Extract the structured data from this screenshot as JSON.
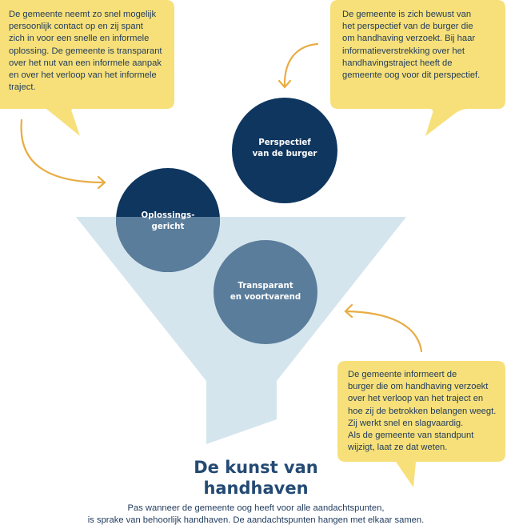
{
  "colors": {
    "bubble": "#f7e07a",
    "funnel": "#d4e5ed",
    "circle_dark": "#0e365f",
    "circle_mid": "#5a7d9b",
    "arrow": "#e8ad45",
    "title": "#244a73",
    "text": "#1f3a5c"
  },
  "bubbles": [
    {
      "id": "informal-approach",
      "lines": [
        "De gemeente neemt zo snel mogelijk",
        "persoonlijk contact op en zij spant",
        "zich in voor een snelle en informele",
        "oplossing. De gemeente is transparant",
        "over het nut van een informele aanpak",
        "en over het verloop van het informele",
        "traject."
      ]
    },
    {
      "id": "citizen-perspective",
      "lines": [
        "De gemeente is zich bewust van",
        "het perspectief van de burger die",
        "om handhaving verzoekt. Bij haar",
        "informatieverstrekking over het",
        "handhavingstraject heeft de",
        "gemeente oog voor dit perspectief."
      ]
    },
    {
      "id": "transparent-proactive",
      "lines": [
        "De gemeente informeert de",
        "burger die om handhaving verzoekt",
        "over het verloop van het traject en",
        "hoe zij de betrokken belangen weegt.",
        "Zij werkt snel en slagvaardig.",
        "Als de gemeente van standpunt",
        "wijzigt, laat ze dat weten."
      ]
    }
  ],
  "circles": [
    {
      "id": "perspectief",
      "lines": [
        "Perspectief",
        "van de burger"
      ]
    },
    {
      "id": "oplossingsgericht",
      "lines": [
        "Oplossings-",
        "gericht"
      ]
    },
    {
      "id": "transparant",
      "lines": [
        "Transparant",
        "en voortvarend"
      ]
    }
  ],
  "title": {
    "lines": [
      "De kunst van",
      "handhaven"
    ]
  },
  "subtitle": {
    "lines": [
      "Pas wanneer de gemeente oog heeft voor alle aandachtspunten,",
      "is sprake van behoorlijk handhaven. De aandachtspunten hangen met elkaar samen."
    ]
  }
}
